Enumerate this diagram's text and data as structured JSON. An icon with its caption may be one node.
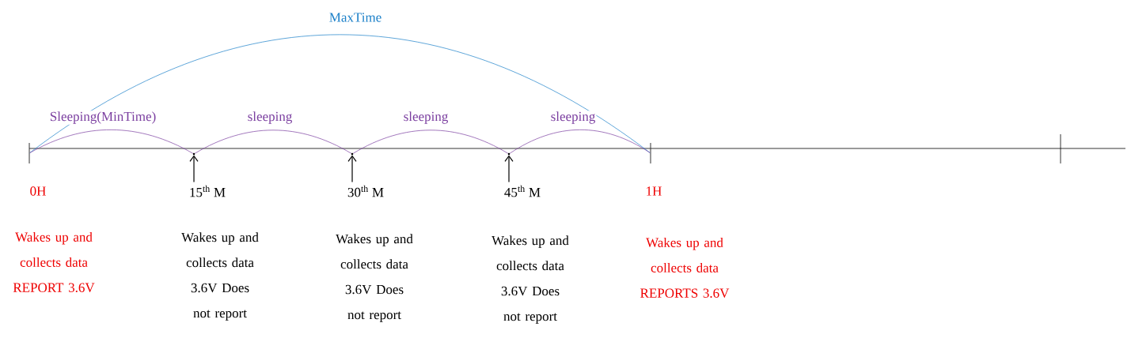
{
  "diagram": {
    "nodes": [
      {
        "text": [],
        "shape": "tick"
      },
      {
        "text": [],
        "shape": "dot"
      },
      {
        "text": [],
        "shape": "dot"
      },
      {
        "text": [],
        "shape": "dot"
      },
      {
        "text": [],
        "shape": "tick"
      },
      {
        "text": [
          "0H"
        ],
        "beside": [
          "Wakes up and collects data REPORT 3.6V"
        ]
      },
      {
        "text": [
          "15$^{th}$ M"
        ],
        "beside": [
          "Wakes up and collects data 3.6V Does not report"
        ]
      },
      {
        "text": [
          "30$^{th}$ M"
        ],
        "beside": [
          "Wakes up and collects data 3.6V Does not report"
        ]
      },
      {
        "text": [
          "45$^{th}$ M"
        ],
        "beside": [
          "Wakes up and collects data 3.6V Does not report"
        ]
      },
      {
        "text": [
          "1H"
        ],
        "beside": [
          "Wakes up and collects data REPORTS 3.6V"
        ]
      }
    ],
    "edges": [
      {
        "from": 0,
        "to": 4,
        "arrow": "none",
        "label": "MaxTime",
        "color": "#1a7fc8"
      },
      {
        "from": 0,
        "to": 1,
        "arrow": "none",
        "label": "Sleeping(MinTime)",
        "color": "#7b3fa0"
      },
      {
        "from": 1,
        "to": 2,
        "arrow": "none",
        "label": "sleeping",
        "color": "#7b3fa0"
      },
      {
        "from": 2,
        "to": 3,
        "arrow": "none",
        "label": "sleeping",
        "color": "#7b3fa0"
      },
      {
        "from": 3,
        "to": 4,
        "arrow": "none",
        "label": "sleeping",
        "color": "#7b3fa0"
      },
      {
        "from": 6,
        "to": 1,
        "arrow": "to",
        "color": "#000000"
      },
      {
        "from": 7,
        "to": 2,
        "arrow": "to",
        "color": "#000000"
      },
      {
        "from": 8,
        "to": 3,
        "arrow": "to",
        "color": "#000000"
      }
    ]
  }
}
